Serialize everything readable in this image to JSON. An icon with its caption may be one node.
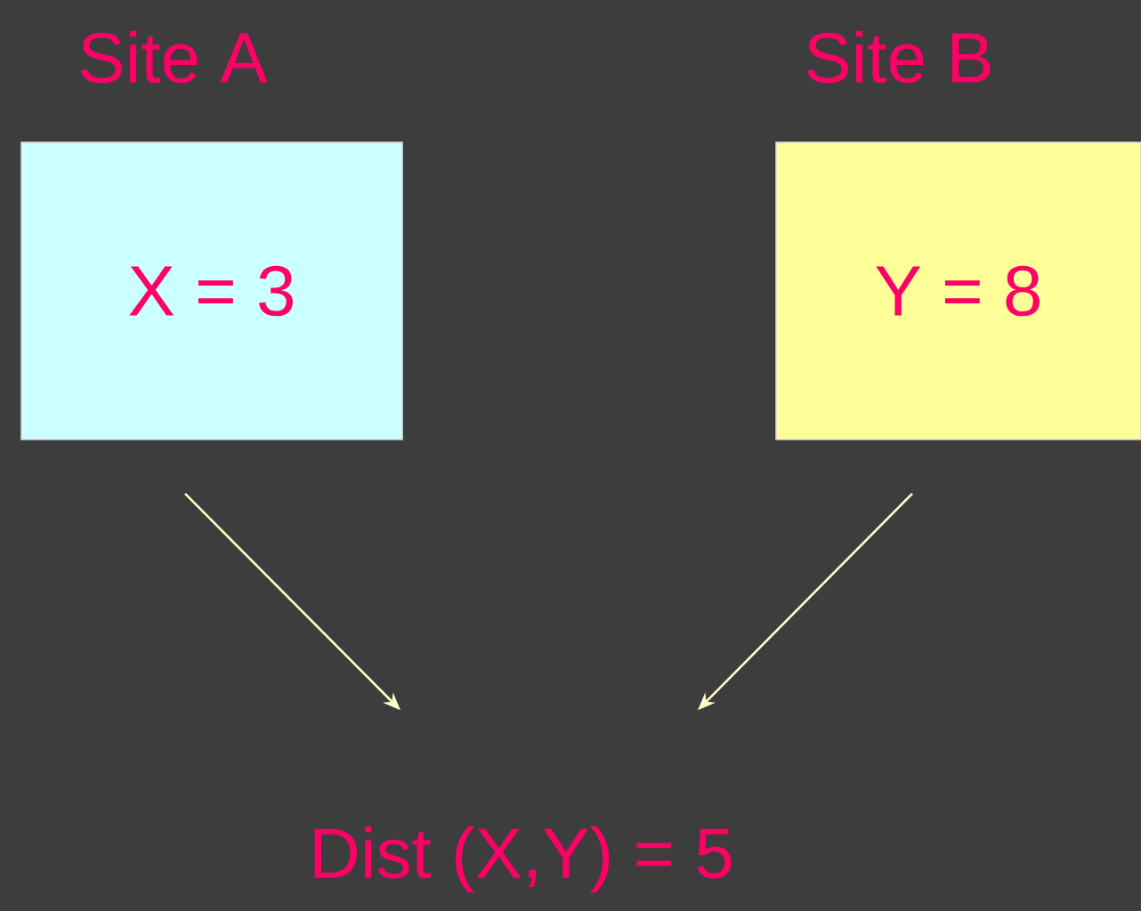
{
  "diagram": {
    "nodes": [
      {
        "text": [
          "Site A",
          "X = 3"
        ]
      },
      {
        "text": [
          "Site B",
          "Y = 8"
        ]
      },
      {
        "text": [
          "Dist (X,Y) = 5"
        ]
      }
    ],
    "edges": [
      {
        "from": 0,
        "to": 2,
        "arrow": "to"
      },
      {
        "from": 1,
        "to": 2,
        "arrow": "to"
      }
    ]
  }
}
